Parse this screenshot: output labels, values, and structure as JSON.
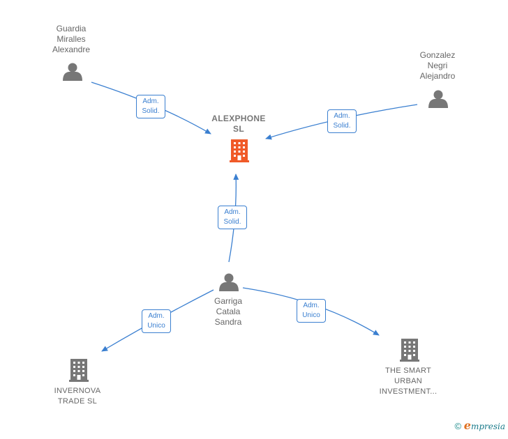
{
  "nodes": {
    "guardia": {
      "label": "Guardia\nMiralles\nAlexandre",
      "type": "person"
    },
    "gonzalez": {
      "label": "Gonzalez\nNegri\nAlejandro",
      "type": "person"
    },
    "alexphone": {
      "label": "ALEXPHONE\nSL",
      "type": "company-main"
    },
    "garriga": {
      "label": "Garriga\nCatala\nSandra",
      "type": "person"
    },
    "invernova": {
      "label": "INVERNOVA\nTRADE  SL",
      "type": "company"
    },
    "smart": {
      "label": "THE SMART\nURBAN\nINVESTMENT...",
      "type": "company"
    }
  },
  "edges": [
    {
      "from": "guardia",
      "to": "alexphone",
      "label": "Adm.\nSolid."
    },
    {
      "from": "gonzalez",
      "to": "alexphone",
      "label": "Adm.\nSolid."
    },
    {
      "from": "garriga",
      "to": "alexphone",
      "label": "Adm.\nSolid."
    },
    {
      "from": "garriga",
      "to": "invernova",
      "label": "Adm.\nUnico"
    },
    {
      "from": "garriga",
      "to": "smart",
      "label": "Adm.\nUnico"
    }
  ],
  "colors": {
    "edge": "#3a7fd0",
    "person_icon": "#777777",
    "company_icon": "#777777",
    "main_company_icon": "#f05a28"
  },
  "footer": {
    "copyright": "©",
    "brand_initial": "e",
    "brand_rest": "mpresia"
  }
}
